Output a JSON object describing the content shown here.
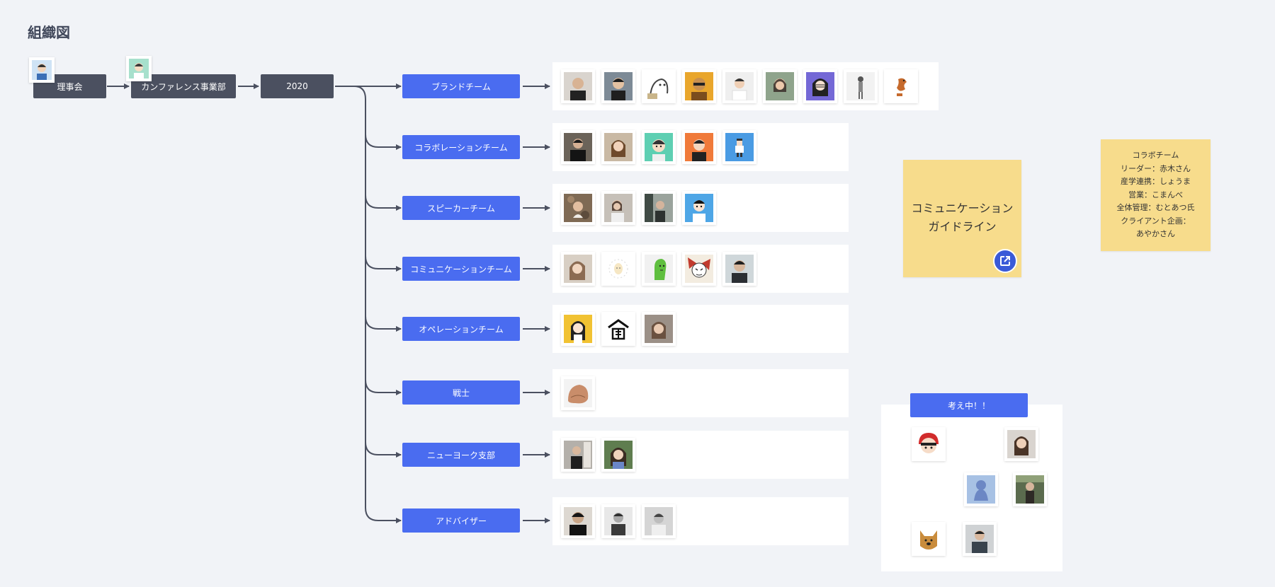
{
  "page": {
    "title": "組織図"
  },
  "hierarchy": [
    {
      "label": "理事会"
    },
    {
      "label": "カンファレンス事業部"
    },
    {
      "label": "2020"
    }
  ],
  "teams": [
    {
      "label": "ブランドチーム",
      "member_count": 9
    },
    {
      "label": "コラボレーションチーム",
      "member_count": 5
    },
    {
      "label": "スピーカーチーム",
      "member_count": 4
    },
    {
      "label": "コミュニケーションチーム",
      "member_count": 5
    },
    {
      "label": "オペレーションチーム",
      "member_count": 3
    },
    {
      "label": "戦士",
      "member_count": 1
    },
    {
      "label": "ニューヨーク支部",
      "member_count": 2
    },
    {
      "label": "アドバイザー",
      "member_count": 3
    }
  ],
  "sticky_guideline": {
    "line1": "コミュニケーション",
    "line2": "ガイドライン"
  },
  "sticky_collab": {
    "lines": [
      "コラボチーム",
      "リーダー：赤木さん",
      "産学連携：しょうま",
      "営業：こまんべ",
      "全体管理：むとあつ氏",
      "クライアント企画：",
      "あやかさん"
    ]
  },
  "thinking": {
    "label": "考え中！！"
  },
  "colors": {
    "team_blue": "#4a6cf0",
    "dark_node": "#4b5060",
    "sticky": "#f7dc8c",
    "background": "#f1f3f7"
  }
}
